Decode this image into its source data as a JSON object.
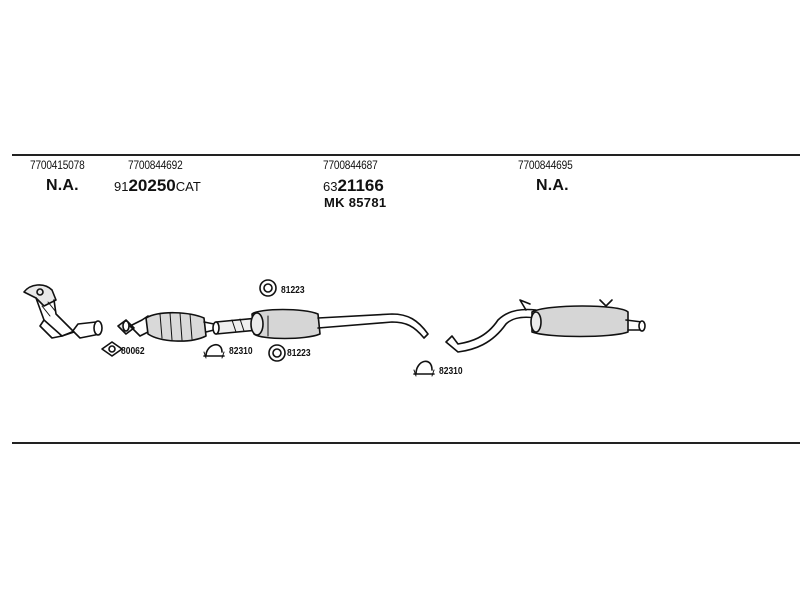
{
  "columns": [
    {
      "oe_number": "7700415078",
      "code": "N.A."
    },
    {
      "oe_number": "7700844692",
      "code_prefix": "91",
      "code_main": "20250",
      "code_suffix": "CAT"
    },
    {
      "oe_number": "7700844687",
      "code_prefix": "63",
      "code_main": "21166",
      "code_extra": "MK 85781"
    },
    {
      "oe_number": "7700844695",
      "code": "N.A."
    }
  ],
  "part_labels": {
    "gasket": "80062",
    "clamp_a": "82310",
    "ring_top": "81223",
    "ring_bottom": "81223",
    "clamp_b": "82310"
  },
  "icons": {
    "front_pipe": "front-pipe-icon",
    "catalytic_converter": "catalytic-converter-icon",
    "middle_silencer": "middle-silencer-icon",
    "rear_silencer": "rear-silencer-icon",
    "gasket": "gasket-icon",
    "clamp": "clamp-icon",
    "rubber_ring": "rubber-ring-icon"
  }
}
